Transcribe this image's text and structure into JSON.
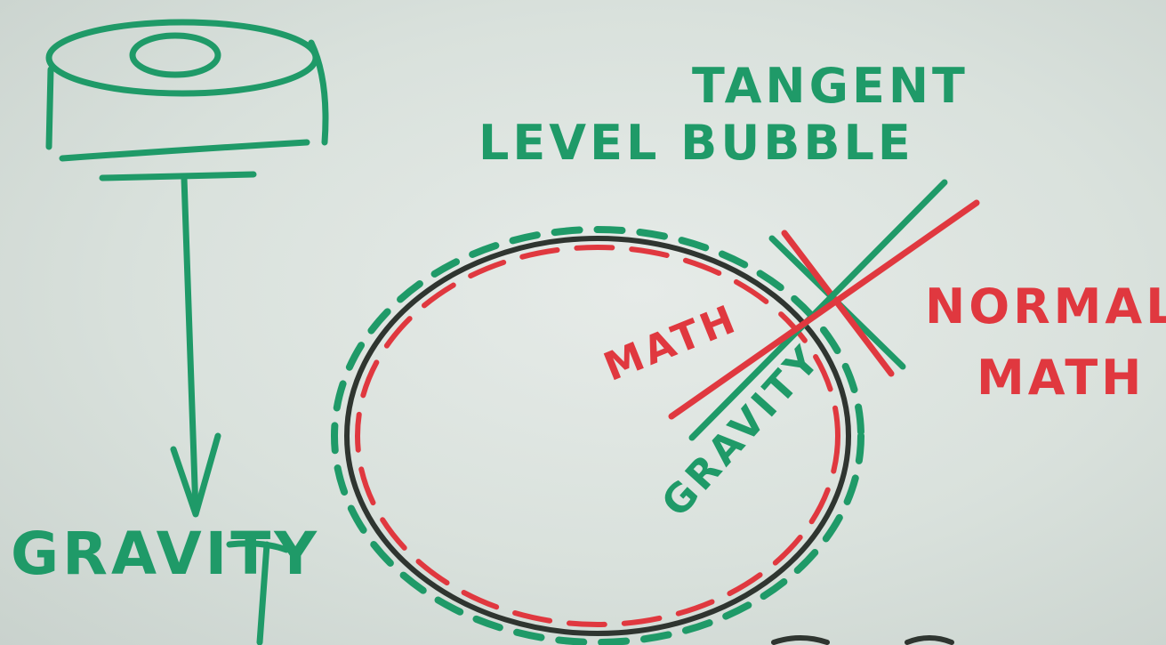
{
  "labels": {
    "tangent": "TANGENT",
    "level_bubble": "LEVEL BUBBLE",
    "gravity_left": "GRAVITY",
    "normal_math_line1": "NORMAL",
    "normal_math_line2": "MATH",
    "math": "MATH",
    "gravity_diagonal": "GRAVITY"
  },
  "colors": {
    "green_marker": "#1f9a68",
    "red_marker": "#e0383f",
    "black_marker": "#2f3530",
    "board": "#dfe6e2"
  }
}
